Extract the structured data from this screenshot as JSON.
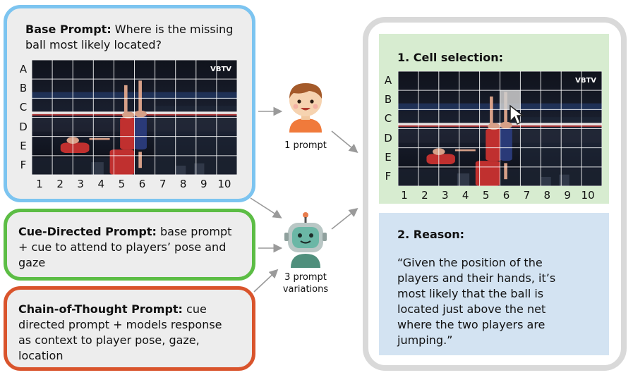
{
  "base_prompt": {
    "label": "Base Prompt:",
    "text_line1": " Where is the missing",
    "text_line2": "ball most likely located?",
    "rows": [
      "A",
      "B",
      "C",
      "D",
      "E",
      "F"
    ],
    "cols": [
      "1",
      "2",
      "3",
      "4",
      "5",
      "6",
      "7",
      "8",
      "9",
      "10"
    ],
    "watermark": "VBTV"
  },
  "cue_prompt": {
    "label": "Cue-Directed Prompt:",
    "line1": " base prompt",
    "line2": "+ cue to attend to players’ pose and",
    "line3": "gaze"
  },
  "cot_prompt": {
    "label": "Chain-of-Thought Prompt:",
    "line1": " cue",
    "line2": "directed prompt + models response",
    "line3": "as context to player pose, gaze,",
    "line4": "location"
  },
  "human": {
    "caption": "1 prompt"
  },
  "robot": {
    "caption_line1": "3 prompt",
    "caption_line2": "variations"
  },
  "cell_selection": {
    "title": "1. Cell selection:",
    "rows": [
      "A",
      "B",
      "C",
      "D",
      "E",
      "F"
    ],
    "cols": [
      "1",
      "2",
      "3",
      "4",
      "5",
      "6",
      "7",
      "8",
      "9",
      "10"
    ],
    "watermark": "VBTV",
    "selected_cell": {
      "row": "B",
      "col": "6"
    }
  },
  "reason": {
    "title": "2. Reason:",
    "lines": [
      "“Given the position of the",
      "players and their hands, it’s",
      "most likely that the ball is",
      "located just above the net",
      "where the two players are",
      "jumping.”"
    ]
  },
  "colors": {
    "base_border": "#7cc4f0",
    "cue_border": "#5cbd45",
    "cot_border": "#d9542c",
    "cell_panel": "#d7ecd0",
    "reason_panel": "#d3e3f2"
  }
}
